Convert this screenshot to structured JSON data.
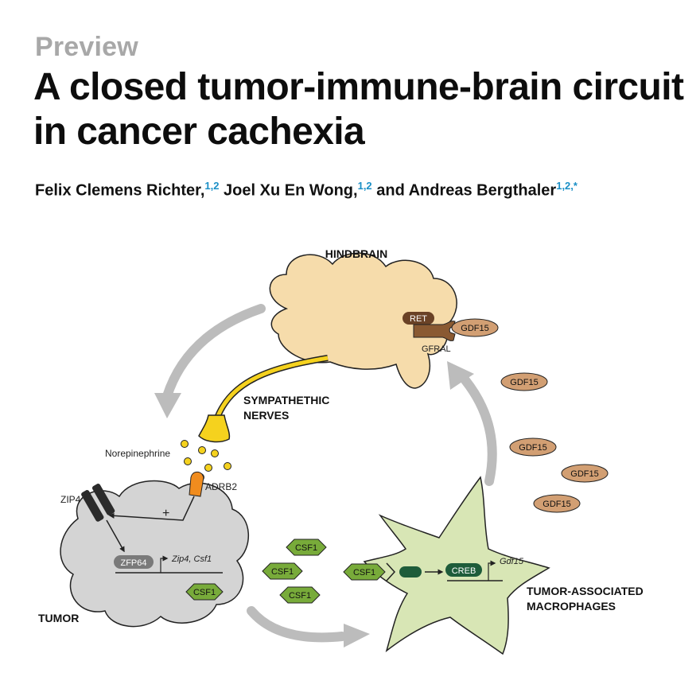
{
  "header": {
    "label": "Preview",
    "title": "A closed tumor-immune-brain circuit in cancer cachexia"
  },
  "authors": [
    {
      "name": "Felix Clemens Richter,",
      "affil": "1,2"
    },
    {
      "name": " Joel Xu En Wong,",
      "affil": "1,2"
    },
    {
      "name": " and Andreas Bergthaler",
      "affil": "1,2,*"
    }
  ],
  "figure": {
    "hindbrain": "HINDBRAIN",
    "ret": "RET",
    "gfral": "GFRAL",
    "gdf15": "GDF15",
    "sympathetic_line1": "SYMPATHETHIC",
    "sympathetic_line2": "NERVES",
    "norepinephrine": "Norepinephrine",
    "adrb2": "ADRB2",
    "zip4": "ZIP4",
    "plus": "+",
    "zfp64": "ZFP64",
    "zip4_csf1_gene": "Zip4, Csf1",
    "csf1": "CSF1",
    "tumor": "TUMOR",
    "creb": "CREB",
    "gdf15_gene": "Gdf15",
    "tam_line1": "TUMOR-ASSOCIATED",
    "tam_line2": "MACROPHAGES",
    "colors": {
      "hindbrain_fill": "#f6dcab",
      "nerve": "#f5d21e",
      "tumor_fill": "#d4d4d4",
      "macrophage_fill": "#d8e6b5",
      "csf1_fill": "#78ab3a",
      "gdf15_fill": "#d29f73",
      "ret_fill": "#6a4226",
      "creb_fill": "#1e5c3a",
      "adrb2_fill": "#f08c1e",
      "cycle_arrow": "#bcbcbc"
    }
  }
}
